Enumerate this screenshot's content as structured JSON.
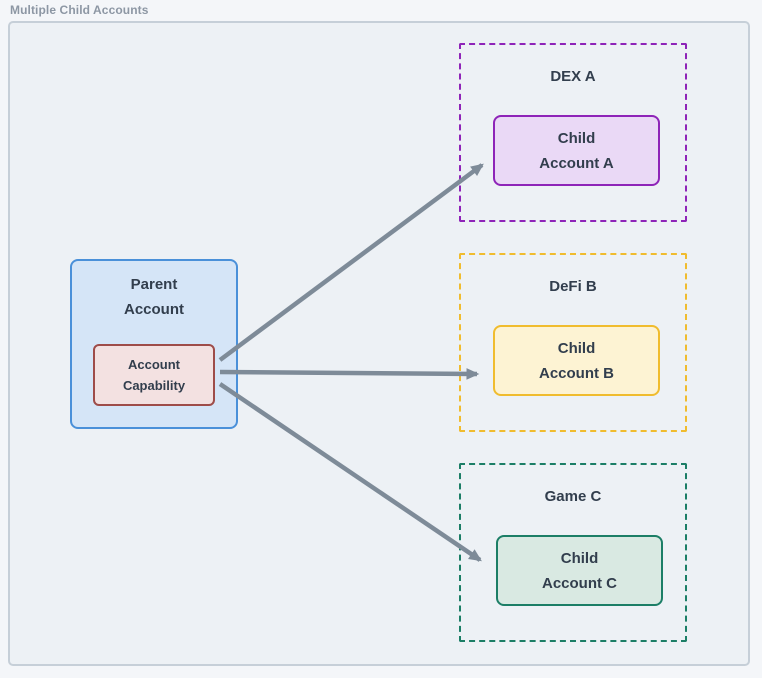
{
  "page": {
    "title": "Multiple Child Accounts"
  },
  "diagram": {
    "parent": {
      "label_line1": "Parent",
      "label_line2": "Account",
      "capability": {
        "label_line1": "Account",
        "label_line2": "Capability",
        "bg_color": "#f3e1e1",
        "border_color": "#9e4c49"
      },
      "bg_color": "#d5e5f7",
      "border_color": "#4a90d9"
    },
    "groups": [
      {
        "label": "DEX A",
        "child_line1": "Child",
        "child_line2": "Account A",
        "accent_color": "#8e24b8",
        "child_bg_color": "#ead9f6"
      },
      {
        "label": "DeFi B",
        "child_line1": "Child",
        "child_line2": "Account B",
        "accent_color": "#f0bc2e",
        "child_bg_color": "#fdf3d3"
      },
      {
        "label": "Game C",
        "child_line1": "Child",
        "child_line2": "Account C",
        "accent_color": "#1c7e66",
        "child_bg_color": "#d9e9e2"
      }
    ],
    "connections": [
      {
        "from": "account-capability",
        "to": "child-account-a"
      },
      {
        "from": "account-capability",
        "to": "child-account-b"
      },
      {
        "from": "account-capability",
        "to": "child-account-c"
      }
    ],
    "arrow_color": "#7e8b98",
    "frame_bg_color": "#edf1f5",
    "frame_border_color": "#c6cfd8",
    "text_color": "#323e4d",
    "title_color": "#8d97a4"
  }
}
